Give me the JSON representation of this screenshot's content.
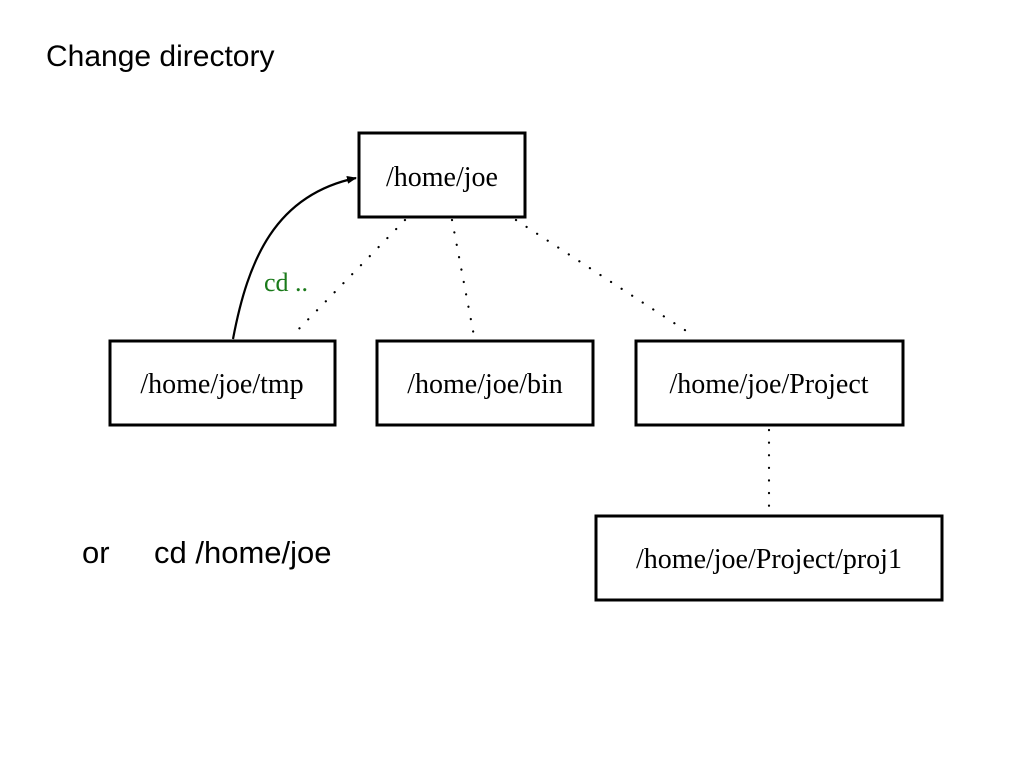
{
  "title": "Change directory",
  "nodes": {
    "root": "/home/joe",
    "tmp": "/home/joe/tmp",
    "bin": "/home/joe/bin",
    "project": "/home/joe/Project",
    "proj1": "/home/joe/Project/proj1"
  },
  "edge_label": "cd ..",
  "alternative": {
    "prefix": "or",
    "command": "cd /home/joe"
  },
  "colors": {
    "edge_label": "#1a7a1a",
    "line": "#000000"
  }
}
